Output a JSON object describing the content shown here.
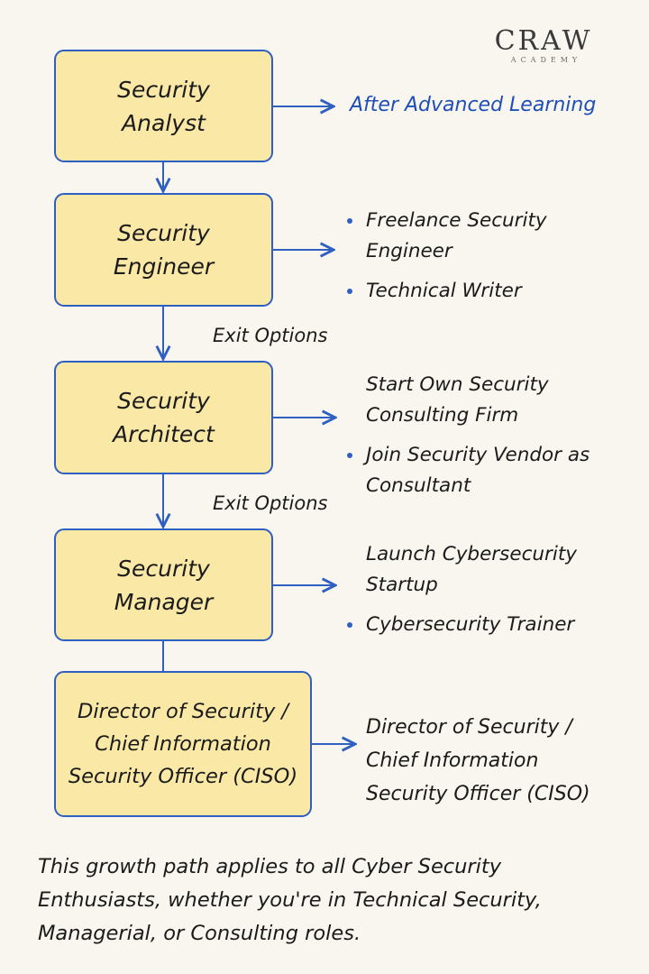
{
  "brand": {
    "name": "CRAW",
    "subtitle": "ACADEMY"
  },
  "roles": [
    {
      "title": "Security Analyst"
    },
    {
      "title": "Security Engineer"
    },
    {
      "title": "Security Architect"
    },
    {
      "title": "Security Manager"
    },
    {
      "title": "Director of Security / Chief Information Security Officer (CISO)"
    }
  ],
  "side_notes": {
    "analyst": "After Advanced Learning",
    "engineer": [
      "Freelance Security Engineer",
      "Technical Writer"
    ],
    "architect": [
      "Start Own Security Consulting Firm",
      "Join Security Vendor as Consultant"
    ],
    "manager": [
      "Launch Cybersecurity Startup",
      "Cybersecurity Trainer"
    ],
    "director": "Director of Security / Chief Information Security Officer (CISO)"
  },
  "exit_labels": [
    "Exit Options",
    "Exit Options"
  ],
  "footer": "This growth path applies to all Cyber Security Enthusiasts, whether you're in Technical Security, Managerial, or Consulting roles.",
  "colors": {
    "box_fill": "#fae8a6",
    "box_border": "#2f5fc0",
    "arrow": "#2f5fc0",
    "accent_text": "#1f4fb6",
    "background": "#f8f6ee"
  }
}
